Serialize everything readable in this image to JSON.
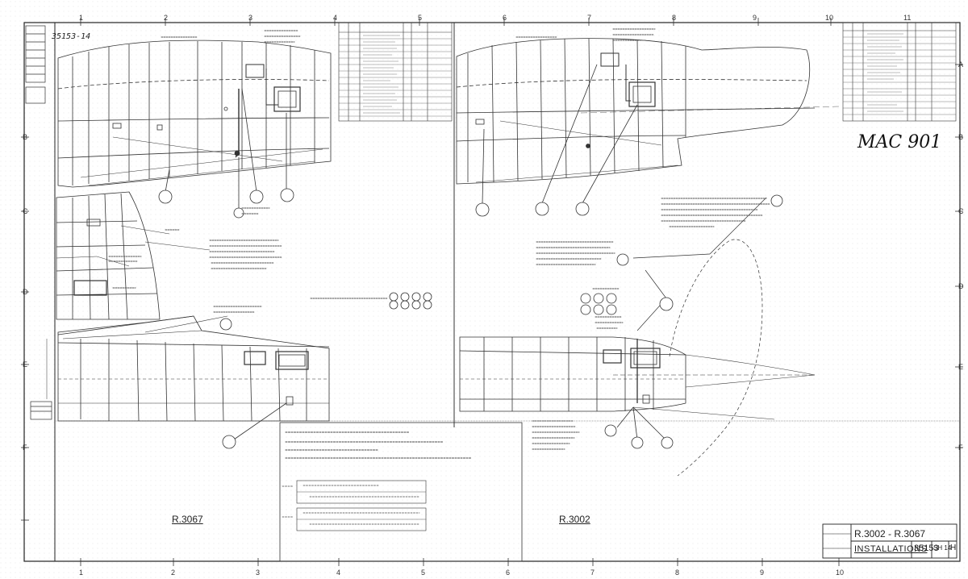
{
  "drawing": {
    "number_corner": "35153-14",
    "handwritten_note": "MAC 901",
    "view_left_label": "R.3067",
    "view_right_label": "R.3002"
  },
  "grid": {
    "top": [
      "1",
      "2",
      "3",
      "4",
      "5",
      "6",
      "7",
      "8",
      "9",
      "10",
      "11"
    ],
    "bottom": [
      "1",
      "2",
      "3",
      "4",
      "5",
      "6",
      "7",
      "8",
      "9",
      "10"
    ],
    "left": [
      "B",
      "C",
      "D",
      "E",
      "F"
    ],
    "right": [
      "A",
      "B",
      "C",
      "D",
      "E",
      "F"
    ]
  },
  "title_block": {
    "model": "R.3002 - R.3067",
    "title": "INSTALLATIONS",
    "number": "35153",
    "sheet": "SH 14",
    "issue": "H"
  }
}
